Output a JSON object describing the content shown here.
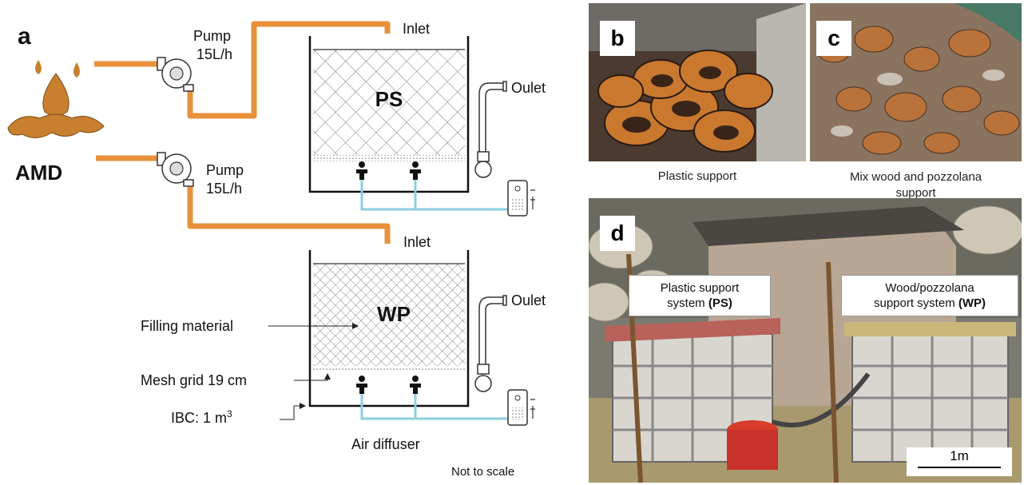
{
  "panel_a": {
    "letter": "a",
    "source_label": "AMD",
    "pump_top": {
      "line1": "Pump",
      "line2": "15L/h"
    },
    "pump_bottom": {
      "line1": "Pump",
      "line2": "15L/h"
    },
    "reactor_ps": {
      "name": "PS",
      "inlet": "Inlet",
      "outlet": "Oulet"
    },
    "reactor_wp": {
      "name": "WP",
      "inlet": "Inlet",
      "outlet": "Oulet"
    },
    "annotations": {
      "filling": "Filling material",
      "mesh": "Mesh grid 19 cm",
      "ibc_prefix": "IBC: 1 m",
      "ibc_sup": "3",
      "air": "Air diffuser",
      "scale": "Not to scale"
    },
    "colors": {
      "pipe": "#e8913a",
      "air_line": "#8ccfdf",
      "amd": "#c8802f"
    }
  },
  "panel_b": {
    "letter": "b",
    "caption": "Plastic support"
  },
  "panel_c": {
    "letter": "c",
    "caption_line1": "Mix wood and pozzolana",
    "caption_line2": "support"
  },
  "panel_d": {
    "letter": "d",
    "label_ps": {
      "line1": "Plastic support",
      "line2_prefix": "system ",
      "line2_bold": "(PS)"
    },
    "label_wp": {
      "line1": "Wood/pozzolana",
      "line2_prefix": "support system ",
      "line2_bold": "(WP)"
    },
    "scale_label": "1m"
  }
}
